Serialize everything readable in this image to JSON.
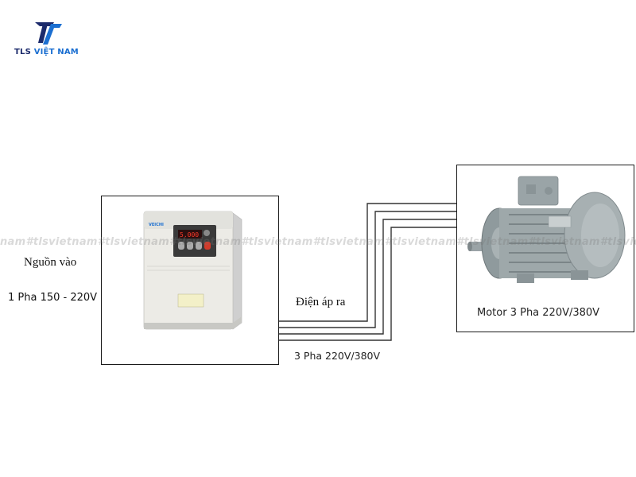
{
  "logo": {
    "text_part1": "TLS ",
    "text_part2": "VIỆT NAM",
    "colors": {
      "dark": "#1b2a6b",
      "accent": "#1b6fd1"
    }
  },
  "inverter": {
    "input_title": "Nguồn vào",
    "input_spec": "1 Pha 150 - 220V",
    "brand": "VEICHI",
    "display": "5.000"
  },
  "output": {
    "title": "Điện áp ra",
    "spec": "3 Pha 220V/380V"
  },
  "motor": {
    "label": "Motor 3 Pha 220V/380V"
  },
  "watermark": "nam#tlsvietnam#tlsvietnam#tlsvietnam#tlsvietnam#tlsvietnam#tlsvietnam#tlsvietnam#tlsvietnam#tlsvietnam"
}
